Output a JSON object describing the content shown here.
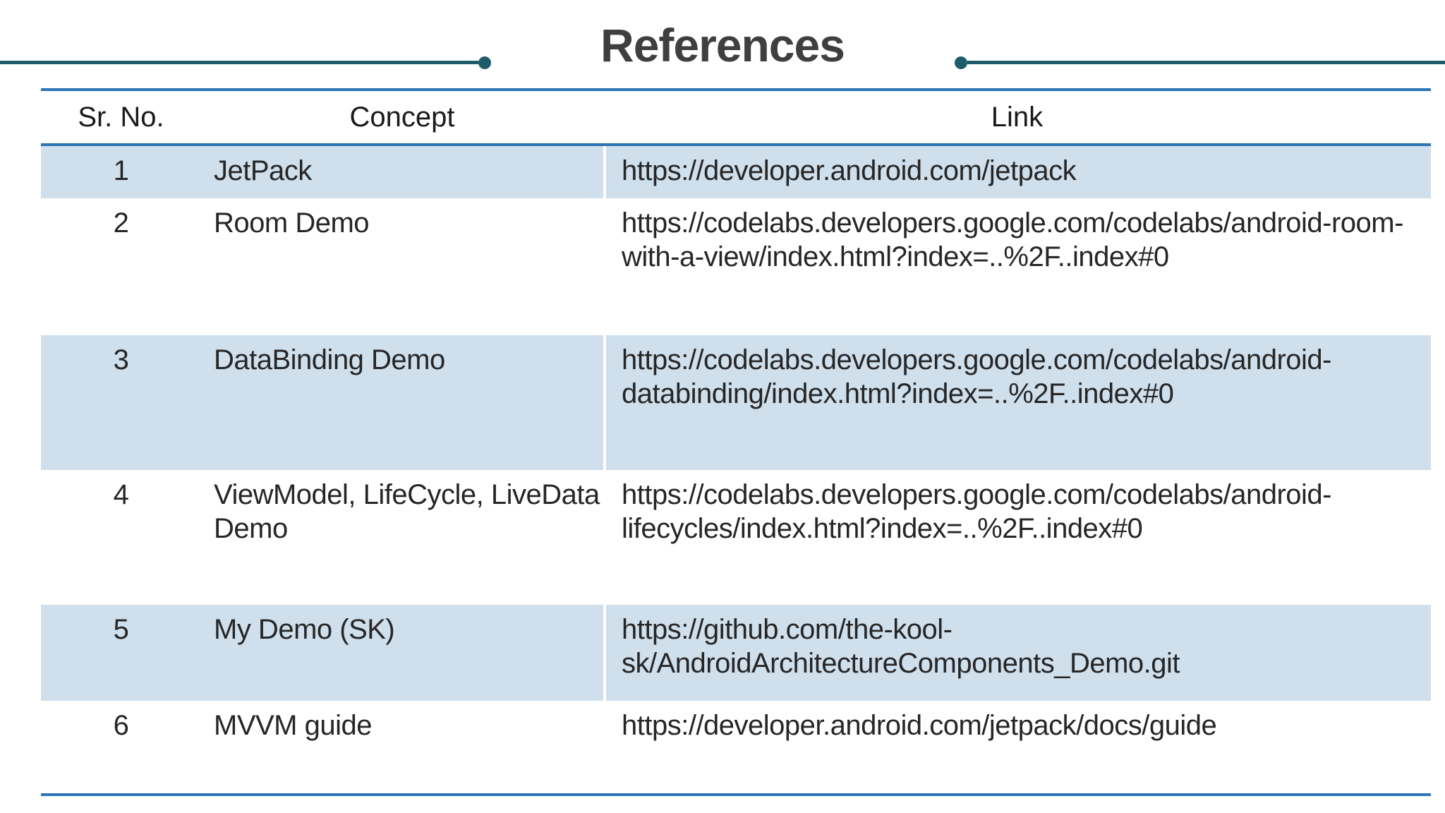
{
  "slide": {
    "title": "References",
    "accent_teal": "#1e5c6b",
    "table_border_blue": "#2e74b5",
    "band_fill": "#cfdfec"
  },
  "table": {
    "headers": {
      "sr": "Sr. No.",
      "concept": "Concept",
      "link": "Link"
    },
    "rows": [
      {
        "sr": "1",
        "concept": "JetPack",
        "concept_lines": [
          "JetPack"
        ],
        "link": "https://developer.android.com/jetpack",
        "link_lines": [
          "https://developer.android.com/jetpack"
        ]
      },
      {
        "sr": "2",
        "concept": "Room Demo",
        "concept_lines": [
          "Room Demo"
        ],
        "link": "https://codelabs.developers.google.com/codelabs/android-room-with-a-view/index.html?index=..%2F..index#0",
        "link_lines": [
          "https://codelabs.developers.google.com/codelabs/android-room-",
          "with-a-view/index.html?index=..%2F..index#0"
        ]
      },
      {
        "sr": "3",
        "concept": "DataBinding Demo",
        "concept_lines": [
          "DataBinding Demo"
        ],
        "link": "https://codelabs.developers.google.com/codelabs/android-databinding/index.html?index=..%2F..index#0",
        "link_lines": [
          "https://codelabs.developers.google.com/codelabs/android-",
          "databinding/index.html?index=..%2F..index#0"
        ]
      },
      {
        "sr": "4",
        "concept": "ViewModel, LifeCycle, LiveData Demo",
        "concept_lines": [
          "ViewModel, LifeCycle, LiveData",
          "Demo"
        ],
        "link": "https://codelabs.developers.google.com/codelabs/android-lifecycles/index.html?index=..%2F..index#0",
        "link_lines": [
          "https://codelabs.developers.google.com/codelabs/android-",
          "lifecycles/index.html?index=..%2F..index#0"
        ]
      },
      {
        "sr": "5",
        "concept": "My Demo (SK)",
        "concept_lines": [
          "My Demo (SK)"
        ],
        "link": "https://github.com/the-kool-sk/AndroidArchitectureComponents_Demo.git",
        "link_lines": [
          "https://github.com/the-kool-",
          "sk/AndroidArchitectureComponents_Demo.git"
        ]
      },
      {
        "sr": "6",
        "concept": "MVVM guide",
        "concept_lines": [
          "MVVM guide"
        ],
        "link": "https://developer.android.com/jetpack/docs/guide",
        "link_lines": [
          "https://developer.android.com/jetpack/docs/guide"
        ]
      }
    ]
  }
}
